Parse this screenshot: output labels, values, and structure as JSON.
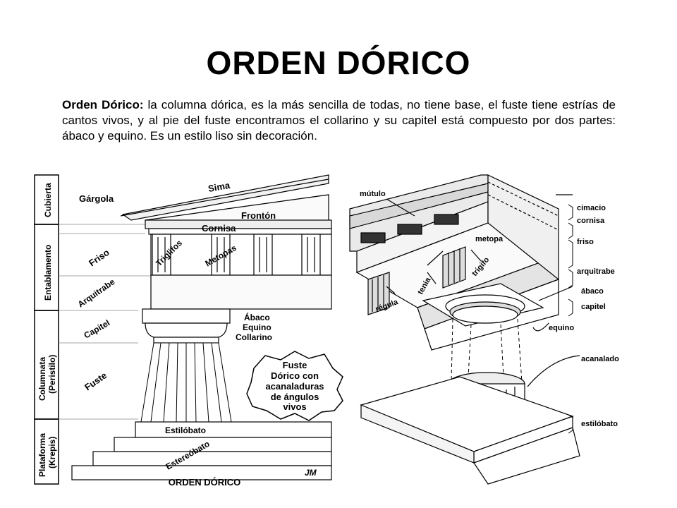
{
  "page": {
    "title": "ORDEN DÓRICO",
    "description_bold": "Orden Dórico:",
    "description_text": " la columna dórica,  es la más sencilla de todas, no tiene base, el fuste tiene estrías de cantos vivos, y al pie del fuste encontramos el collarino y su capitel está compuesto por dos partes: ábaco y equino. Es un estilo liso sin decoración."
  },
  "left_diagram": {
    "sections": {
      "cubierta": "Cubierta",
      "entablamento": "Entablamento",
      "columnata": "Columnata",
      "peristilo": "(Peristilo)",
      "plataforma": "Plataforma",
      "krepis": "(Krepis)"
    },
    "parts": {
      "gargola": "Gárgola",
      "sima": "Sima",
      "fronton": "Frontón",
      "cornisa": "Cornisa",
      "friso": "Friso",
      "triglifos": "Triglifos",
      "metopas": "Metopas",
      "arquitrabe": "Arquitrabe",
      "capitel": "Capitel",
      "abaco": "Ábaco",
      "equino": "Equino",
      "collarino": "Collarino",
      "fuste": "Fuste",
      "estilobato": "Estilóbato",
      "estereobato": "Estereóbato"
    },
    "callout": [
      "Fuste",
      "Dórico con",
      "acanaladuras",
      "de ángulos",
      "vivos"
    ],
    "signature": "JM",
    "caption": "ORDEN DÓRICO"
  },
  "right_diagram": {
    "labels": {
      "mutulo": "mútulo",
      "metopa": "metopa",
      "trigifo": "trigifo",
      "tenia": "tenia",
      "regula": "régula",
      "cimacio": "cimacio",
      "cornisa": "cornisa",
      "friso": "friso",
      "arquitrabe": "arquitrabe",
      "abaco": "ábaco",
      "capitel": "capitel",
      "equino": "equino",
      "acanalado": "acanalado",
      "estilobato": "estilóbato"
    }
  }
}
